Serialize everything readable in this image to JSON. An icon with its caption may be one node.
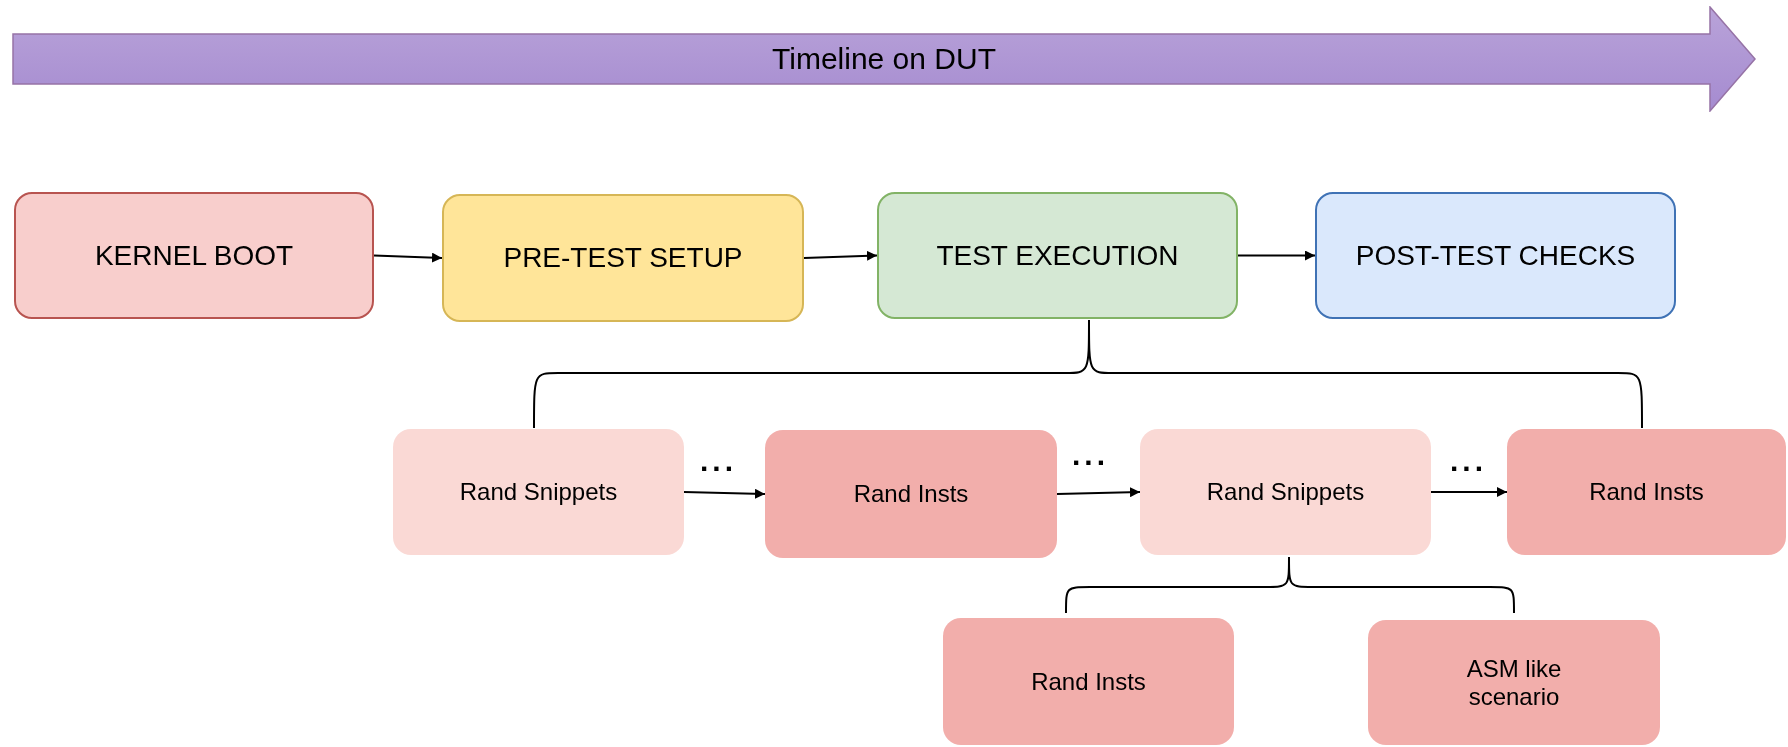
{
  "diagram": {
    "nodes": [
      {
        "text": [
          "Timeline on DUT"
        ]
      },
      {
        "text": [
          "KERNEL BOOT"
        ]
      },
      {
        "text": [
          "PRE-TEST SETUP"
        ]
      },
      {
        "text": [
          "TEST EXECUTION"
        ]
      },
      {
        "text": [
          "POST-TEST CHECKS"
        ]
      },
      {
        "text": [
          "Rand Snippets"
        ]
      },
      {
        "text": [
          "Rand Insts"
        ]
      },
      {
        "text": [
          "Rand Snippets"
        ]
      },
      {
        "text": [
          "Rand Insts"
        ]
      },
      {
        "text": [
          "Rand Insts"
        ]
      },
      {
        "text": [
          "ASM like scenario"
        ]
      }
    ],
    "edges": [
      {
        "from": 1,
        "to": 2,
        "arrow": "to"
      },
      {
        "from": 2,
        "to": 3,
        "arrow": "to"
      },
      {
        "from": 3,
        "to": 4,
        "arrow": "to"
      },
      {
        "from": 5,
        "to": 6,
        "arrow": "to"
      },
      {
        "from": 6,
        "to": 7,
        "arrow": "to"
      },
      {
        "from": 7,
        "to": 8,
        "arrow": "to"
      }
    ],
    "labels": [
      "...",
      "...",
      "..."
    ]
  }
}
